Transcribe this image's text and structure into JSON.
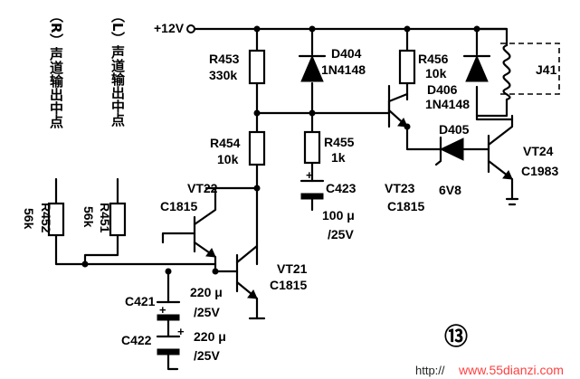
{
  "supply": {
    "label": "+12V"
  },
  "channels": {
    "right": "（R）声道输出中点",
    "left": "（L）声道输出中点"
  },
  "resistors": {
    "r452": {
      "name": "R452",
      "value": "56k"
    },
    "r451": {
      "name": "R451",
      "value": "56k"
    },
    "r453": {
      "name": "R453",
      "value": "330k"
    },
    "r454": {
      "name": "R454",
      "value": "10k"
    },
    "r455": {
      "name": "R455",
      "value": "1k"
    },
    "r456": {
      "name": "R456",
      "value": "10k"
    }
  },
  "diodes": {
    "d404": {
      "name": "D404",
      "value": "1N4148"
    },
    "d406": {
      "name": "D406",
      "value": "1N4148"
    },
    "d405": {
      "name": "D405",
      "value": "6V8"
    }
  },
  "capacitors": {
    "c423": {
      "name": "C423",
      "value": "100 μ",
      "voltage": "/25V"
    },
    "c421": {
      "name": "C421",
      "value": "220 μ",
      "voltage": "/25V"
    },
    "c422": {
      "name": "C422",
      "value": "220 μ",
      "voltage": "/25V"
    }
  },
  "transistors": {
    "vt22": {
      "name": "VT22",
      "value": "C1815"
    },
    "vt21": {
      "name": "VT21",
      "value": "C1815"
    },
    "vt23": {
      "name": "VT23",
      "value": "C1815"
    },
    "vt24": {
      "name": "VT24",
      "value": "C1983"
    }
  },
  "relay": {
    "name": "J41"
  },
  "figure_marker": "⑬",
  "watermark": {
    "prefix": "http://",
    "site": "www.55dianzi.com"
  }
}
